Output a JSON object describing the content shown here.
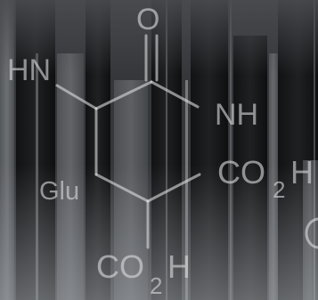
{
  "molecule": {
    "atoms": {
      "oxygen": "O",
      "hn": "HN",
      "nh": "NH",
      "glu": "Glu",
      "co2h_right": {
        "main": "CO",
        "sub": "2",
        "tail": "H"
      },
      "co2h_bottom": {
        "main": "CO",
        "sub": "2",
        "tail": "H"
      }
    }
  },
  "colors": {
    "label": "#d9dadc",
    "background_dark": "#1c1d1f",
    "background_light": "#8a8c90"
  }
}
